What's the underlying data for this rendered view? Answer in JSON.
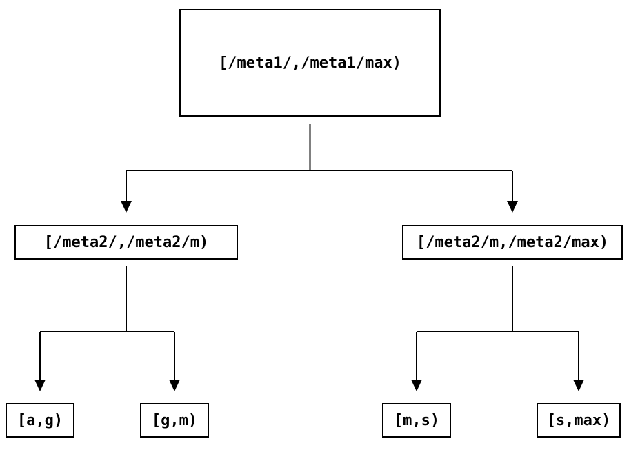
{
  "diagram": {
    "type": "tree",
    "background_color": "#ffffff",
    "line_color": "#000000",
    "node_border_color": "#000000",
    "node_fill_color": "#ffffff",
    "text_color": "#000000",
    "nodes": {
      "root": {
        "label": "[/meta1/,/meta1/max)"
      },
      "meta2_low": {
        "label": "[/meta2/,/meta2/m)"
      },
      "meta2_high": {
        "label": "[/meta2/m,/meta2/max)"
      },
      "leaf_a_g": {
        "label": "[a,g)"
      },
      "leaf_g_m": {
        "label": "[g,m)"
      },
      "leaf_m_s": {
        "label": "[m,s)"
      },
      "leaf_s_max": {
        "label": "[s,max)"
      }
    },
    "edges": [
      {
        "from": "root",
        "to": "meta2_low"
      },
      {
        "from": "root",
        "to": "meta2_high"
      },
      {
        "from": "meta2_low",
        "to": "leaf_a_g"
      },
      {
        "from": "meta2_low",
        "to": "leaf_g_m"
      },
      {
        "from": "meta2_high",
        "to": "leaf_m_s"
      },
      {
        "from": "meta2_high",
        "to": "leaf_s_max"
      }
    ]
  }
}
